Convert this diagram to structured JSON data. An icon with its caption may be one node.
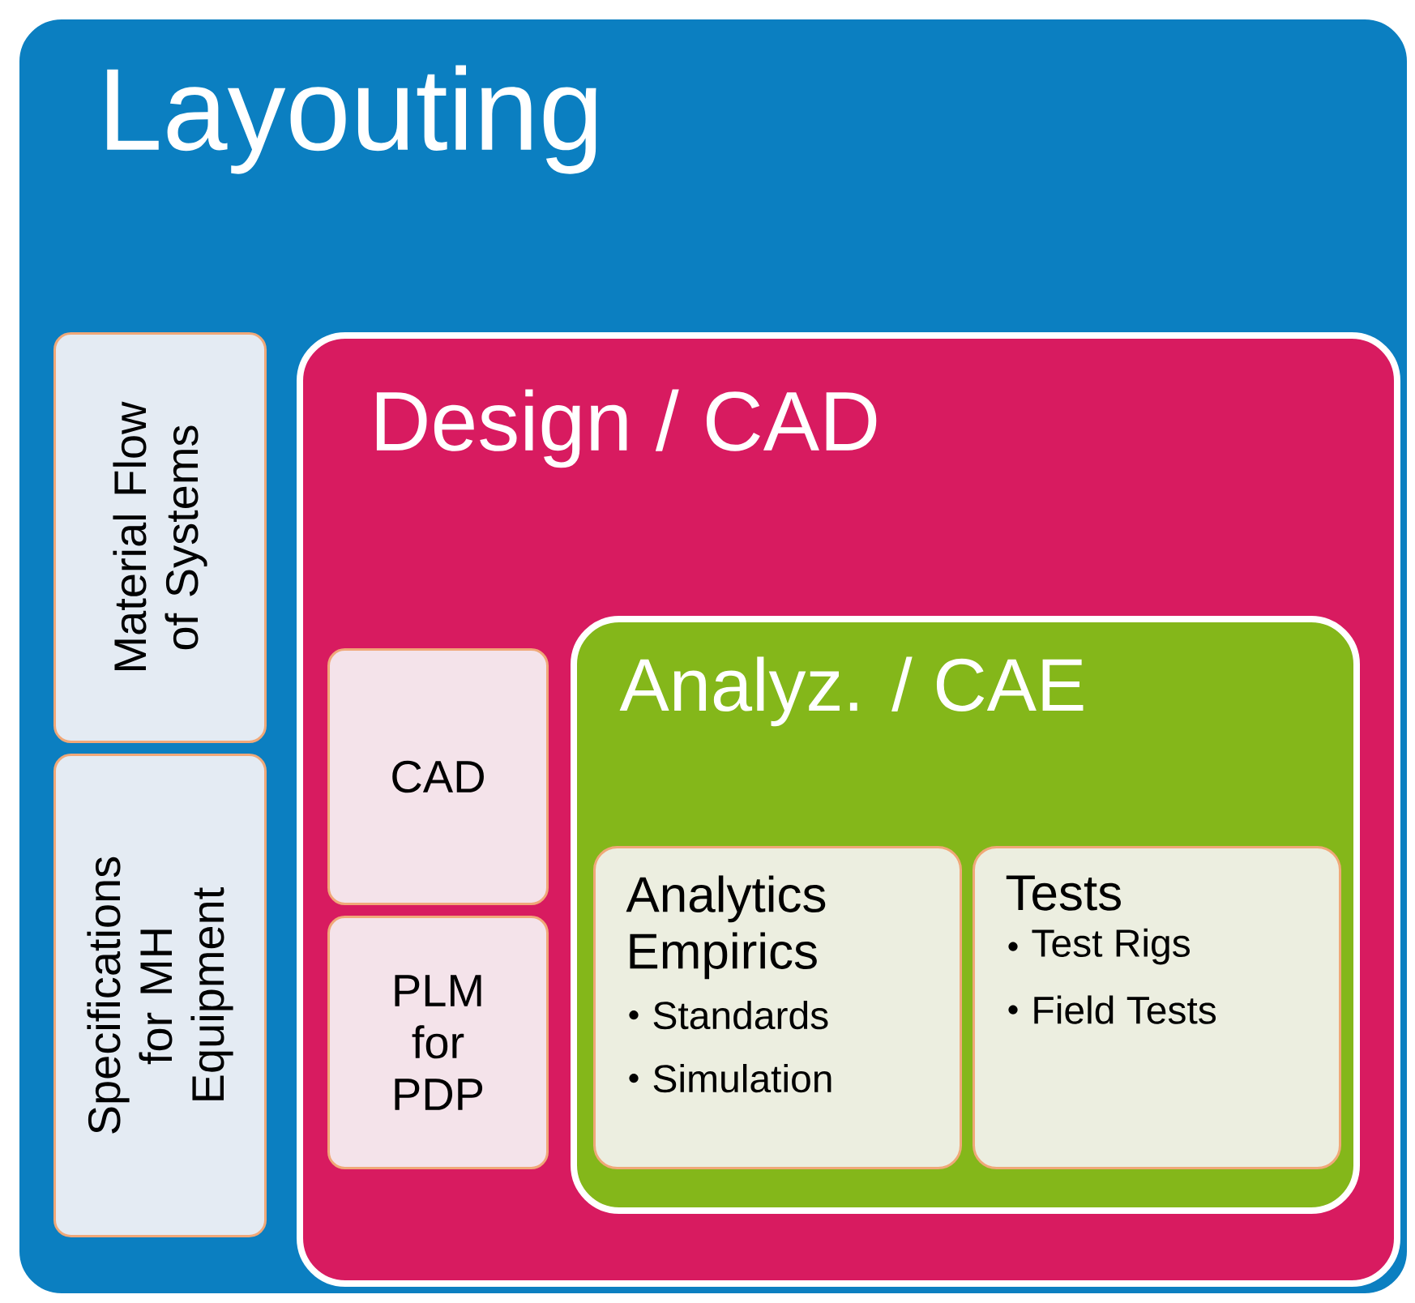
{
  "diagram": {
    "nodes": [
      {
        "text": [
          "Layouting"
        ]
      },
      {
        "text": [
          "Material Flow of Systems"
        ],
        "in": 0
      },
      {
        "text": [
          "Specifications for MH Equipment"
        ],
        "in": 0
      },
      {
        "text": [
          "Design / CAD"
        ],
        "in": 0
      },
      {
        "text": [
          "CAD"
        ],
        "in": 3
      },
      {
        "text": [
          "PLM for PDP"
        ],
        "in": 3
      },
      {
        "text": [
          "Analyz. / CAE"
        ],
        "in": 3
      },
      {
        "text": [
          "Analytics Empirics",
          "Standards",
          "Simulation"
        ],
        "in": 6
      },
      {
        "text": [
          "Tests",
          "Test Rigs",
          "Field Tests"
        ],
        "in": 6
      }
    ]
  }
}
